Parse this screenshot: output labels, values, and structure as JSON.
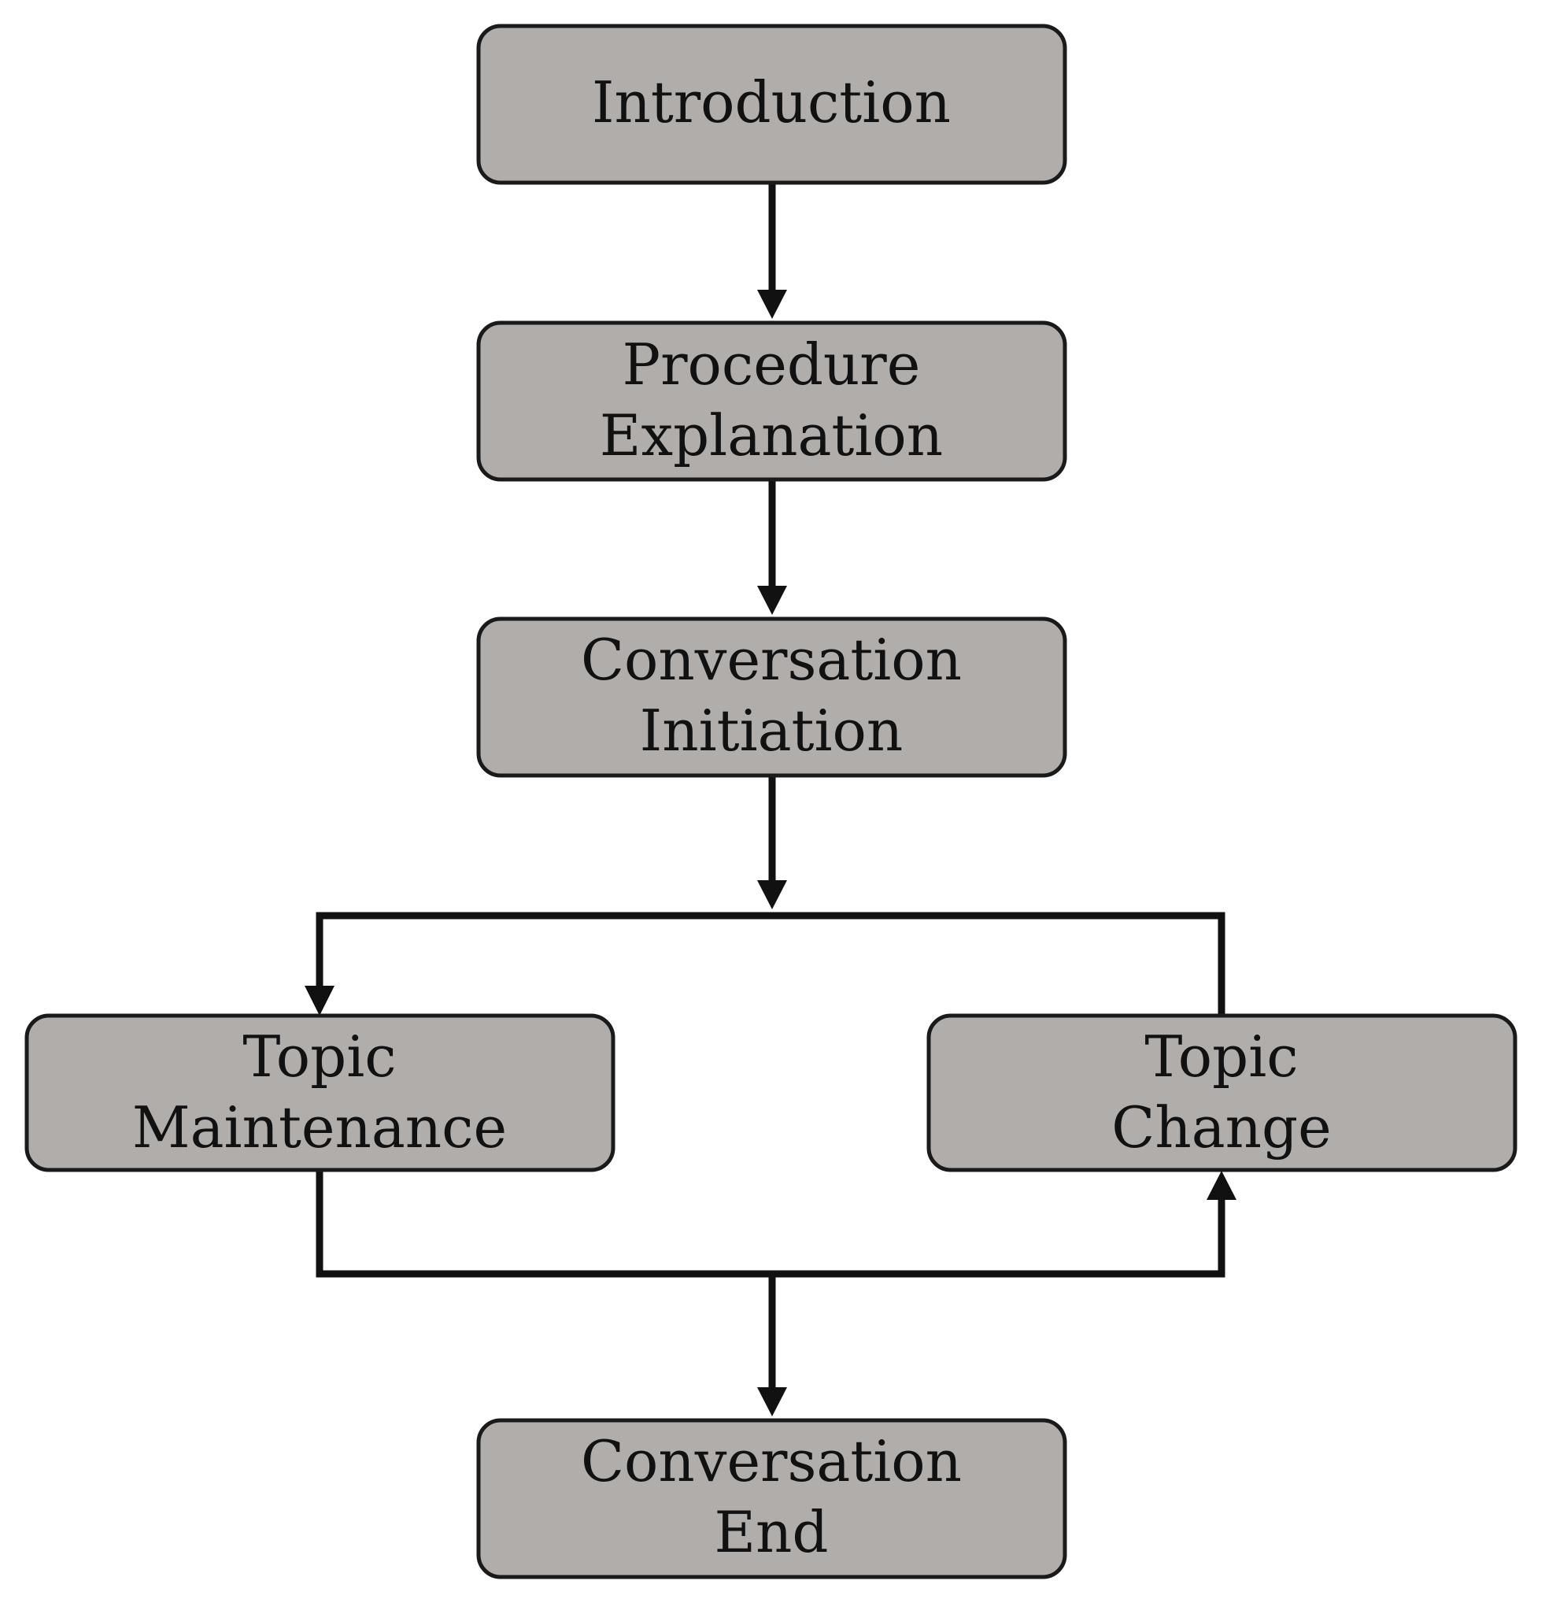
{
  "diagram": {
    "colors": {
      "node_fill": "#b0adab",
      "node_stroke": "#1a1a1a",
      "edge": "#111111",
      "background": "#ffffff"
    },
    "nodes": {
      "introduction": {
        "lines": [
          "Introduction"
        ]
      },
      "procedure_explanation": {
        "lines": [
          "Procedure",
          "Explanation"
        ]
      },
      "conversation_initiation": {
        "lines": [
          "Conversation",
          "Initiation"
        ]
      },
      "topic_maintenance": {
        "lines": [
          "Topic",
          "Maintenance"
        ]
      },
      "topic_change": {
        "lines": [
          "Topic",
          "Change"
        ]
      },
      "conversation_end": {
        "lines": [
          "Conversation",
          "End"
        ]
      }
    },
    "edges": [
      {
        "from": "introduction",
        "to": "procedure_explanation"
      },
      {
        "from": "procedure_explanation",
        "to": "conversation_initiation"
      },
      {
        "from": "conversation_initiation",
        "to": "topic_maintenance"
      },
      {
        "from": "topic_change",
        "to": "topic_maintenance"
      },
      {
        "from": "topic_maintenance",
        "to": "topic_change"
      },
      {
        "from": "topic_maintenance",
        "to": "conversation_end"
      }
    ]
  }
}
